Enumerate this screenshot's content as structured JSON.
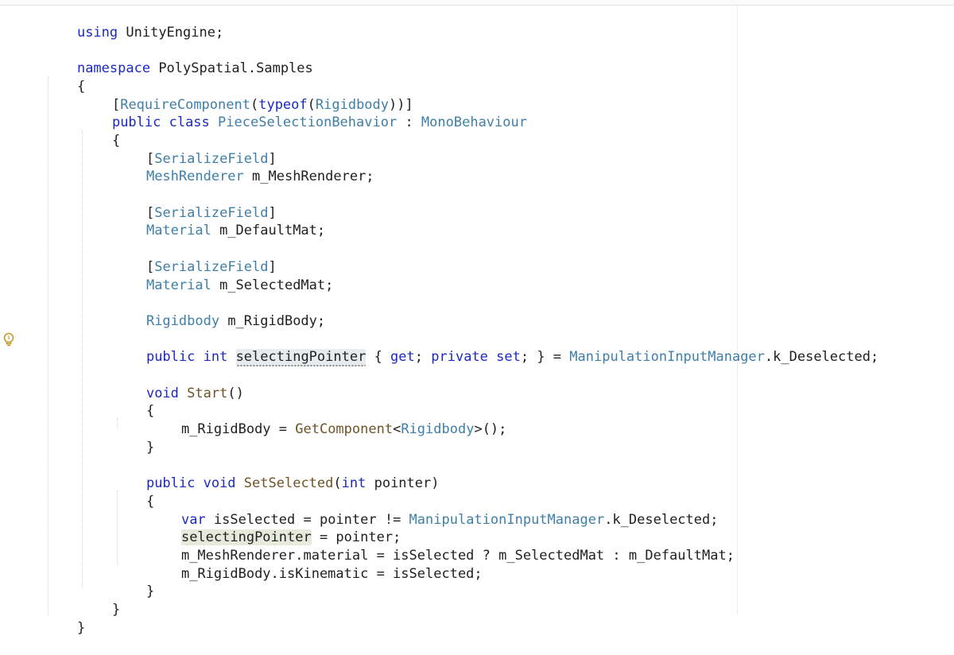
{
  "code": {
    "l1": {
      "kw": "using",
      "rest": " UnityEngine;"
    },
    "l3": {
      "kw": "namespace",
      "rest": " PolySpatial.Samples"
    },
    "l4": {
      "text": "{"
    },
    "l5": {
      "p1": "[",
      "ty1": "RequireComponent",
      "p2": "(",
      "kw": "typeof",
      "p3": "(",
      "ty2": "Rigidbody",
      "p4": "))]"
    },
    "l6": {
      "kw": "public class",
      "sp": " ",
      "ty1": "PieceSelectionBehavior",
      "p1": " : ",
      "ty2": "MonoBehaviour"
    },
    "l7": {
      "text": "{"
    },
    "l8": {
      "p1": "[",
      "ty": "SerializeField",
      "p2": "]"
    },
    "l9": {
      "ty": "MeshRenderer",
      "rest": " m_MeshRenderer;"
    },
    "l11": {
      "p1": "[",
      "ty": "SerializeField",
      "p2": "]"
    },
    "l12": {
      "ty": "Material",
      "rest": " m_DefaultMat;"
    },
    "l14": {
      "p1": "[",
      "ty": "SerializeField",
      "p2": "]"
    },
    "l15": {
      "ty": "Material",
      "rest": " m_SelectedMat;"
    },
    "l17": {
      "ty": "Rigidbody",
      "rest": " m_RigidBody;"
    },
    "l19": {
      "kw1": "public int",
      "sp": " ",
      "name": "selectingPointer",
      "p1": " { ",
      "kw2": "get",
      "p2": "; ",
      "kw3": "private set",
      "p3": "; } = ",
      "ty": "ManipulationInputManager",
      "rest": ".k_Deselected;"
    },
    "l21": {
      "kw": "void",
      "sp": " ",
      "fn": "Start",
      "rest": "()"
    },
    "l22": {
      "text": "{"
    },
    "l23": {
      "p1": "m_RigidBody = ",
      "fn": "GetComponent",
      "p2": "<",
      "ty": "Rigidbody",
      "p3": ">();"
    },
    "l24": {
      "text": "}"
    },
    "l26": {
      "kw1": "public void",
      "sp": " ",
      "fn": "SetSelected",
      "p1": "(",
      "kw2": "int",
      "p2": " pointer)"
    },
    "l27": {
      "text": "{"
    },
    "l28": {
      "kw": "var",
      "p1": " isSelected = pointer != ",
      "ty": "ManipulationInputManager",
      "rest": ".k_Deselected;"
    },
    "l29": {
      "name": "selectingPointer",
      "rest": " = pointer;"
    },
    "l30": {
      "text": "m_MeshRenderer.material = isSelected ? m_SelectedMat : m_DefaultMat;"
    },
    "l31": {
      "text": "m_RigidBody.isKinematic = isSelected;"
    },
    "l32": {
      "text": "}"
    },
    "l33": {
      "text": "}"
    },
    "l34": {
      "text": "}"
    }
  },
  "colors": {
    "keyword": "#1a29c4",
    "type": "#3f7fa8",
    "method": "#6e5325",
    "text": "#1f1f1f",
    "highlight": "#e8ebee"
  },
  "icons": {
    "gutter": "lightbulb-icon"
  }
}
